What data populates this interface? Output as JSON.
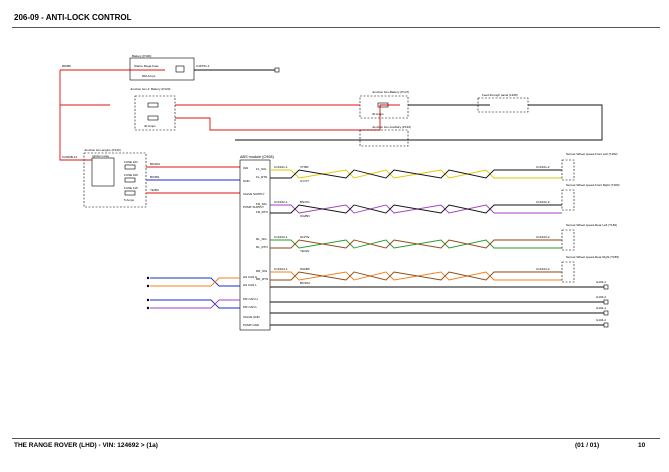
{
  "header": {
    "title": "206-09 - ANTI-LOCK CONTROL"
  },
  "footer": {
    "vehicle": "THE RANGE ROVER  (LHD) - VIN: 124692 >  (1a)",
    "sheet": "(01 / 01)",
    "page": "10"
  },
  "colors": {
    "red": "#e01010",
    "black": "#111111",
    "blue": "#1a2ec8",
    "yellow": "#e0c800",
    "purple": "#a040c0",
    "green": "#2a9a2a",
    "brown": "#8a4a10",
    "orange": "#f08020",
    "grey": "#888888",
    "white": "#ffffff"
  },
  "components": {
    "battery_junction": "Battery (P100)",
    "fuse_link": "Starter Mega Fuse",
    "fuse_amps": "600 Amps",
    "jb2_label": "Junction box 2: Battery (P120)",
    "jb_battery": "Junction box-Battery (P147)",
    "passthrough": "Feed-through panel (1328)",
    "jb_auxiliary": "Junction box-Auxiliary (P146)",
    "jb_engine": "Junction box-engine (P126)",
    "relay_label": "Ignition relay",
    "abs_module": "ABS module (C908)",
    "sensor_fl": "Sensor-Wheel speed-Front Left (T182)",
    "sensor_fr": "Sensor-Wheel speed-Front Right (T183)",
    "sensor_rl": "Sensor-Wheel speed-Rear Left (T184)",
    "sensor_rr": "Sensor-Wheel speed-Rear Right (T185)"
  },
  "abs_pins_left": [
    "IGN",
    "GND",
    "VALVE SUPPLY",
    "PUMP SUPPLY",
    "HS CAN H",
    "HS CAN L",
    "MS CAN H",
    "MS CAN L",
    "VALVE GND",
    "PUMP GND"
  ],
  "abs_pins_right": [
    "FL_SIG",
    "FL_RTN",
    "FR_SIG",
    "FR_RTN",
    "RL_SIG",
    "RL_RTN",
    "RR_SIG",
    "RR_RTN"
  ],
  "ground_labels": [
    "G103-1",
    "G103-2",
    "G104-1",
    "G104-2"
  ],
  "connector_labels": {
    "c1": "C4FT01-1",
    "c2": "C2020B-14",
    "c3": "C2020A-11",
    "c4": "C2020A-12",
    "c5": "C2020A-26",
    "c6": "C2020A-10",
    "c7": "C2020A-18",
    "c8": "C2020A-19",
    "c9": "C2020A-4",
    "c10": "C2020A-6",
    "c11": "C1K101-1",
    "c12": "C1K101-2",
    "c13": "C1K102-1",
    "c14": "C1K102-2",
    "c15": "C1K103-1",
    "c16": "C1K103-2",
    "c17": "C1K104-1",
    "c18": "C1K104-2"
  },
  "wire_labels": {
    "w1": "RD/BK",
    "w2": "BK/WH",
    "w3": "BU/RD",
    "w4": "YE/BU",
    "w5": "VT/BK",
    "w6": "GY/VT",
    "w7": "BN/OG",
    "w8": "OG/BN",
    "w9": "GN/YE",
    "w10": "YE/GN",
    "w11": "WH/BK",
    "w12": "BK/WH"
  },
  "fuses": {
    "f1": "FUSE 101",
    "f2": "FUSE 106",
    "f3": "FUSE 115",
    "amps1": "40 Amps",
    "amps2": "30 Amps",
    "amps3": "5 Amps"
  }
}
